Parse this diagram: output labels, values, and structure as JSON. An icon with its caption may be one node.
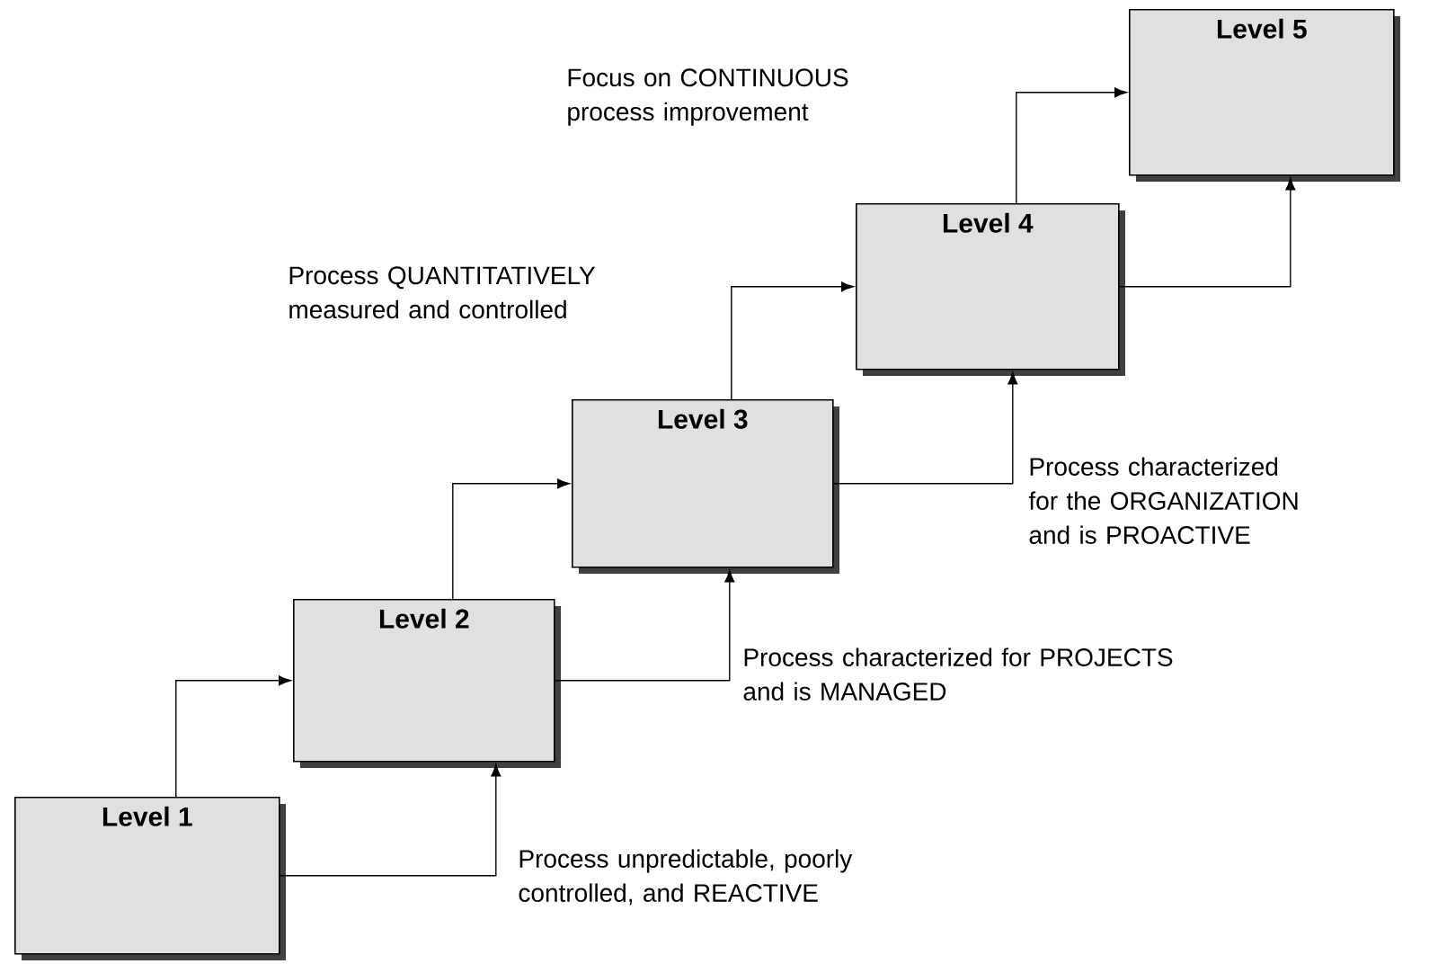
{
  "diagram": {
    "nodes": [
      {
        "text": [
          "Level 1"
        ]
      },
      {
        "text": [
          "Level 2"
        ]
      },
      {
        "text": [
          "Level 3"
        ]
      },
      {
        "text": [
          "Level 4"
        ]
      },
      {
        "text": [
          "Level 5"
        ]
      }
    ],
    "edges": [
      {
        "from": 0,
        "to": 1,
        "arrow": "to"
      },
      {
        "from": 0,
        "to": 1,
        "arrow": "to"
      },
      {
        "from": 1,
        "to": 2,
        "arrow": "to"
      },
      {
        "from": 1,
        "to": 2,
        "arrow": "to"
      },
      {
        "from": 2,
        "to": 3,
        "arrow": "to"
      },
      {
        "from": 2,
        "to": 3,
        "arrow": "to"
      },
      {
        "from": 3,
        "to": 4,
        "arrow": "to"
      },
      {
        "from": 3,
        "to": 4,
        "arrow": "to"
      }
    ],
    "labels": [
      "Focus on CONTINUOUS process improvement",
      "Process QUANTITATIVELY measured and controlled",
      "Process characterized for the ORGANIZATION and is PROACTIVE",
      "Process characterized for PROJECTS and is MANAGED",
      "Process unpredictable, poorly controlled, and REACTIVE"
    ]
  }
}
